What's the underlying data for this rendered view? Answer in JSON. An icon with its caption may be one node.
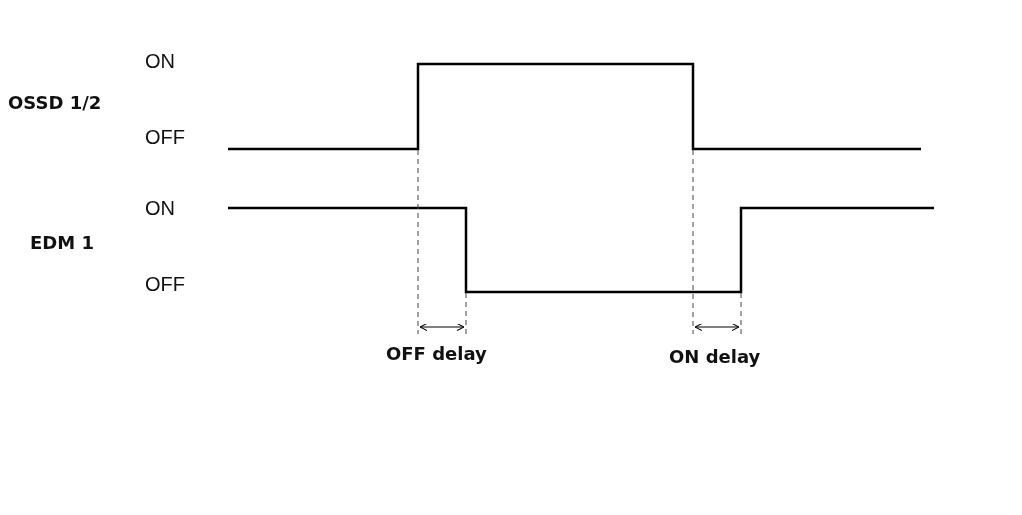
{
  "diagram": {
    "labels": [
      "ON",
      "OSSD 1/2",
      "OFF",
      "ON",
      "EDM 1",
      "OFF",
      "OFF delay",
      "ON delay"
    ]
  }
}
